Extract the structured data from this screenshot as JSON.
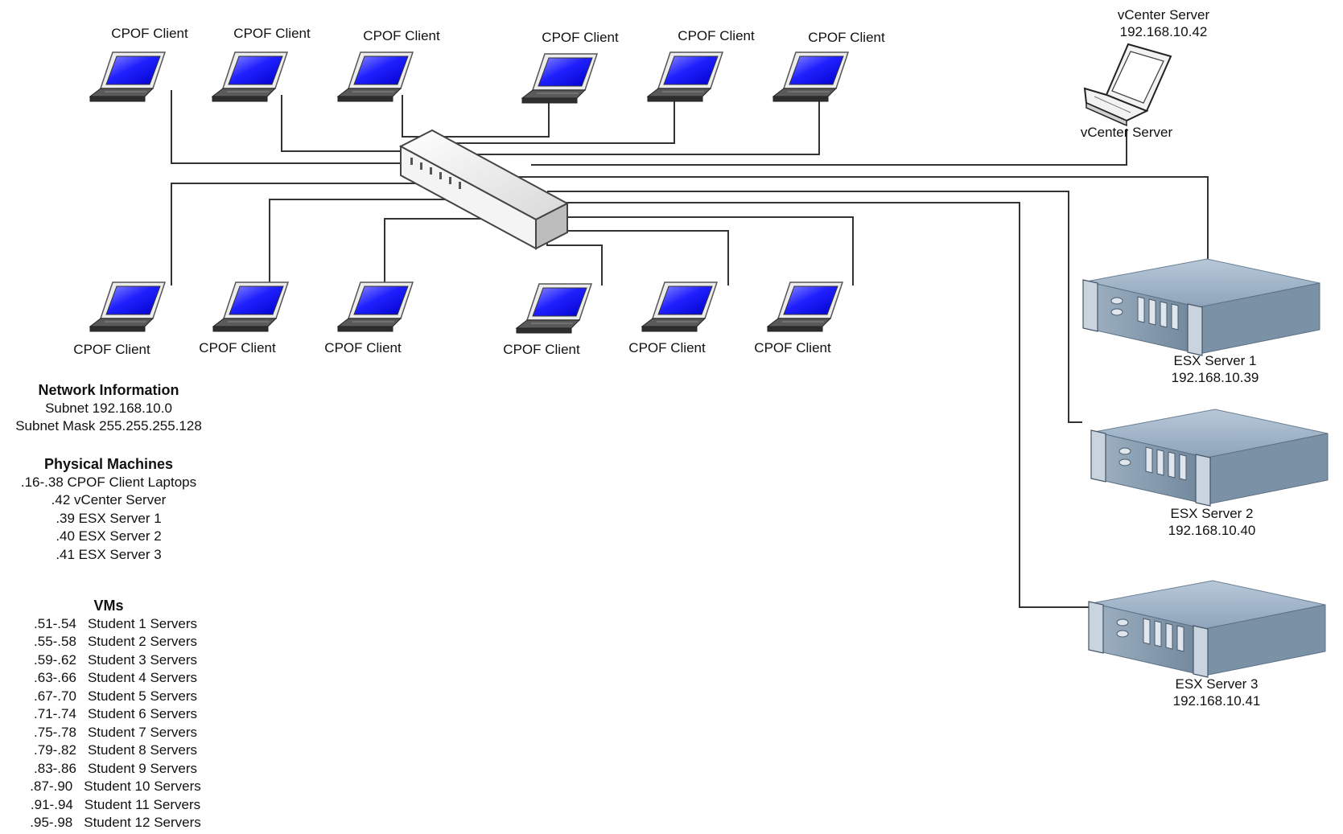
{
  "clients_top": [
    {
      "label": "CPOF Client"
    },
    {
      "label": "CPOF Client"
    },
    {
      "label": "CPOF Client"
    },
    {
      "label": "CPOF Client"
    },
    {
      "label": "CPOF Client"
    },
    {
      "label": "CPOF Client"
    }
  ],
  "clients_bottom": [
    {
      "label": "CPOF Client"
    },
    {
      "label": "CPOF Client"
    },
    {
      "label": "CPOF Client"
    },
    {
      "label": "CPOF Client"
    },
    {
      "label": "CPOF Client"
    },
    {
      "label": "CPOF Client"
    }
  ],
  "vcenter": {
    "title": "vCenter Server",
    "ip": "192.168.10.42",
    "label": "vCenter Server"
  },
  "servers": [
    {
      "name": "ESX Server 1",
      "ip": "192.168.10.39"
    },
    {
      "name": "ESX Server 2",
      "ip": "192.168.10.40"
    },
    {
      "name": "ESX Server 3",
      "ip": "192.168.10.41"
    }
  ],
  "network_info": {
    "title": "Network Information",
    "subnet": "Subnet 192.168.10.0",
    "mask": "Subnet Mask 255.255.255.128"
  },
  "physical": {
    "title": "Physical Machines",
    "items": [
      ".16-.38 CPOF Client Laptops",
      ".42 vCenter Server",
      ".39 ESX Server 1",
      ".40 ESX Server 2",
      ".41 ESX Server 3"
    ]
  },
  "vms": {
    "title": "VMs",
    "rows": [
      {
        "range": ".51-.54",
        "label": "Student 1 Servers"
      },
      {
        "range": ".55-.58",
        "label": "Student 2 Servers"
      },
      {
        "range": ".59-.62",
        "label": "Student 3 Servers"
      },
      {
        "range": ".63-.66",
        "label": "Student 4 Servers"
      },
      {
        "range": ".67-.70",
        "label": "Student 5 Servers"
      },
      {
        "range": ".71-.74",
        "label": "Student 6 Servers"
      },
      {
        "range": ".75-.78",
        "label": "Student 7 Servers"
      },
      {
        "range": ".79-.82",
        "label": "Student 8 Servers"
      },
      {
        "range": ".83-.86",
        "label": "Student 9 Servers"
      },
      {
        "range": ".87-.90",
        "label": "Student 10 Servers"
      },
      {
        "range": ".91-.94",
        "label": "Student 11 Servers"
      },
      {
        "range": ".95-.98",
        "label": "Student 12 Servers"
      }
    ]
  },
  "colors": {
    "screen": "#2424ff",
    "laptop_body": "#3a3a3a",
    "line": "#333333",
    "server": "#8fa3b8"
  }
}
